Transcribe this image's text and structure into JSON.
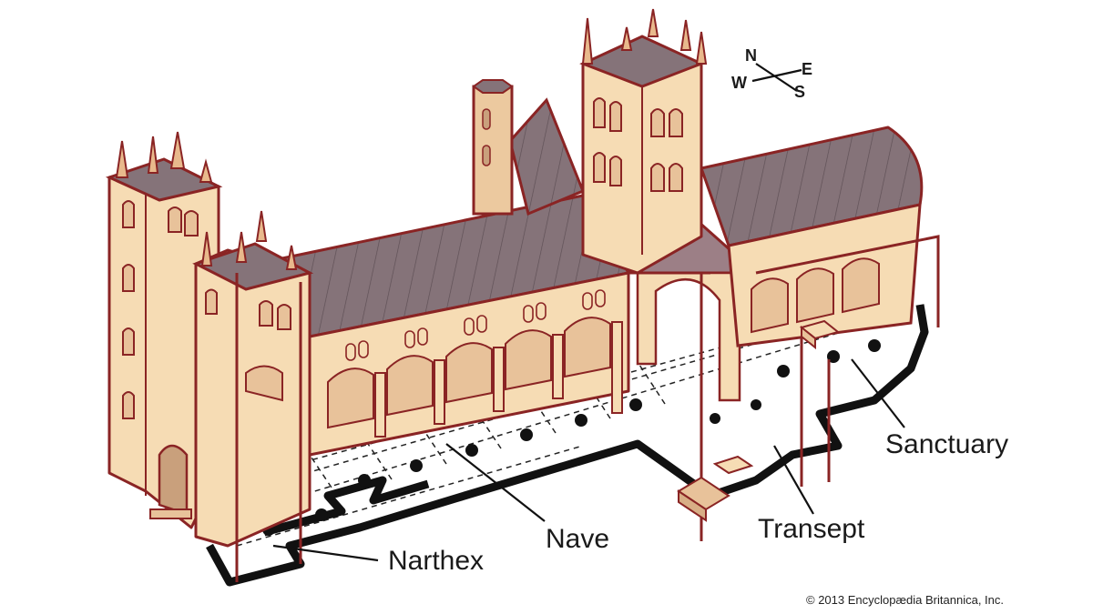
{
  "labels": {
    "narthex": "Narthex",
    "nave": "Nave",
    "transept": "Transept",
    "sanctuary": "Sanctuary"
  },
  "compass": {
    "n": "N",
    "e": "E",
    "s": "S",
    "w": "W"
  },
  "credit": "© 2013 Encyclopædia Britannica, Inc.",
  "colors": {
    "stone": "#f6dcb4",
    "stone_shade": "#e8c29a",
    "outline": "#8a2424",
    "roof": "#857379",
    "roof_dark": "#6a5a60",
    "floor_plan": "#111111"
  }
}
